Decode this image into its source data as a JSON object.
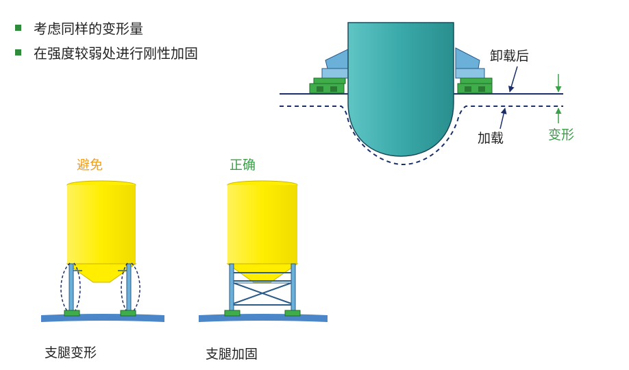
{
  "bullets": [
    {
      "text": "考虑同样的变形量"
    },
    {
      "text": "在强度较弱处进行刚性加固"
    }
  ],
  "vessel": {
    "label_unloaded": "卸载后",
    "label_loaded": "加载",
    "label_deformation": "变形"
  },
  "silo_avoid": {
    "heading": "避免",
    "caption": "支腿变形"
  },
  "silo_correct": {
    "heading": "正确",
    "caption": "支腿加固"
  },
  "colors": {
    "bullet_marker": "#2e8b3a",
    "heading": "#f0a020",
    "heading_correct": "#3aa048",
    "vessel": "#35a8a8",
    "silo": "#ffee00",
    "ground": "#4a86c8",
    "deform_label": "#3aa048",
    "base_plate": "#3fae4a"
  }
}
